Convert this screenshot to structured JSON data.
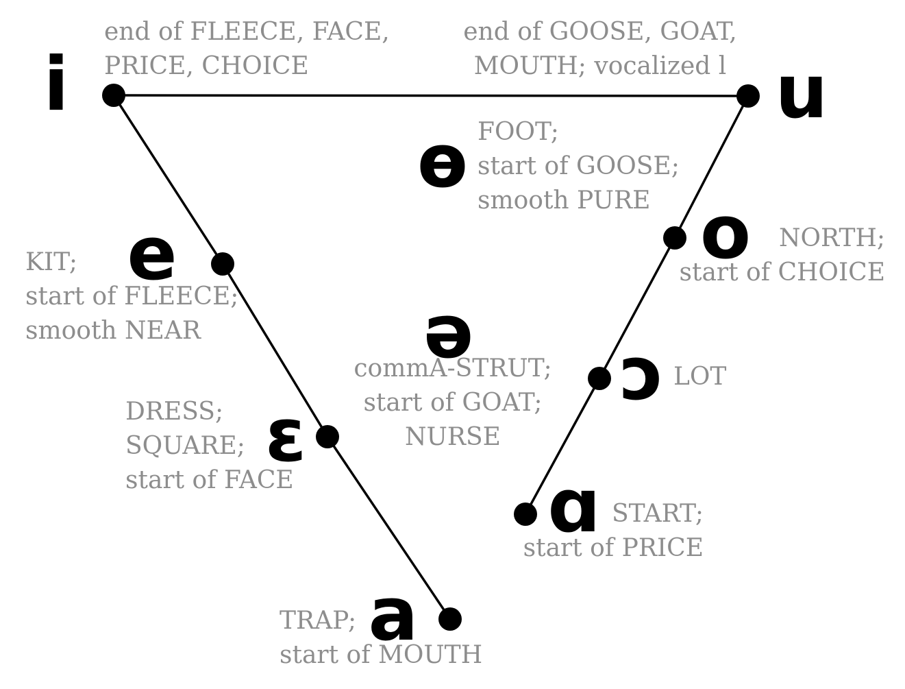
{
  "colors": {
    "background": "#ffffff",
    "symbol": "#000000",
    "line": "#000000",
    "dot": "#000000",
    "label": "#8d8d8d"
  },
  "vowels": {
    "i": {
      "symbol": "i",
      "lines": [
        "end of FLEECE, FACE,",
        "PRICE, CHOICE"
      ]
    },
    "u": {
      "symbol": "u",
      "lines": [
        "end of GOOSE, GOAT,",
        "MOUTH; vocalized l"
      ]
    },
    "barred_o": {
      "symbol": "ɵ",
      "lines": [
        "FOOT;",
        "start of GOOSE;",
        "smooth PURE"
      ]
    },
    "e": {
      "symbol": "e",
      "lines": [
        "KIT;",
        "start of FLEECE;",
        "smooth NEAR"
      ]
    },
    "o": {
      "symbol": "o",
      "lines": [
        "NORTH;",
        "start of CHOICE"
      ]
    },
    "schwa": {
      "symbol": "ə",
      "lines": [
        "commA-STRUT;",
        "start of GOAT;",
        "NURSE"
      ]
    },
    "open_o": {
      "symbol": "ɔ",
      "lines": [
        "LOT"
      ]
    },
    "epsilon": {
      "symbol": "ɛ",
      "lines": [
        "DRESS;",
        "SQUARE;",
        "start of FACE"
      ]
    },
    "script_a": {
      "symbol": "ɑ",
      "lines": [
        "START;",
        "start of PRICE"
      ]
    },
    "a": {
      "symbol": "a",
      "lines": [
        "TRAP;",
        "start of MOUTH"
      ]
    }
  }
}
